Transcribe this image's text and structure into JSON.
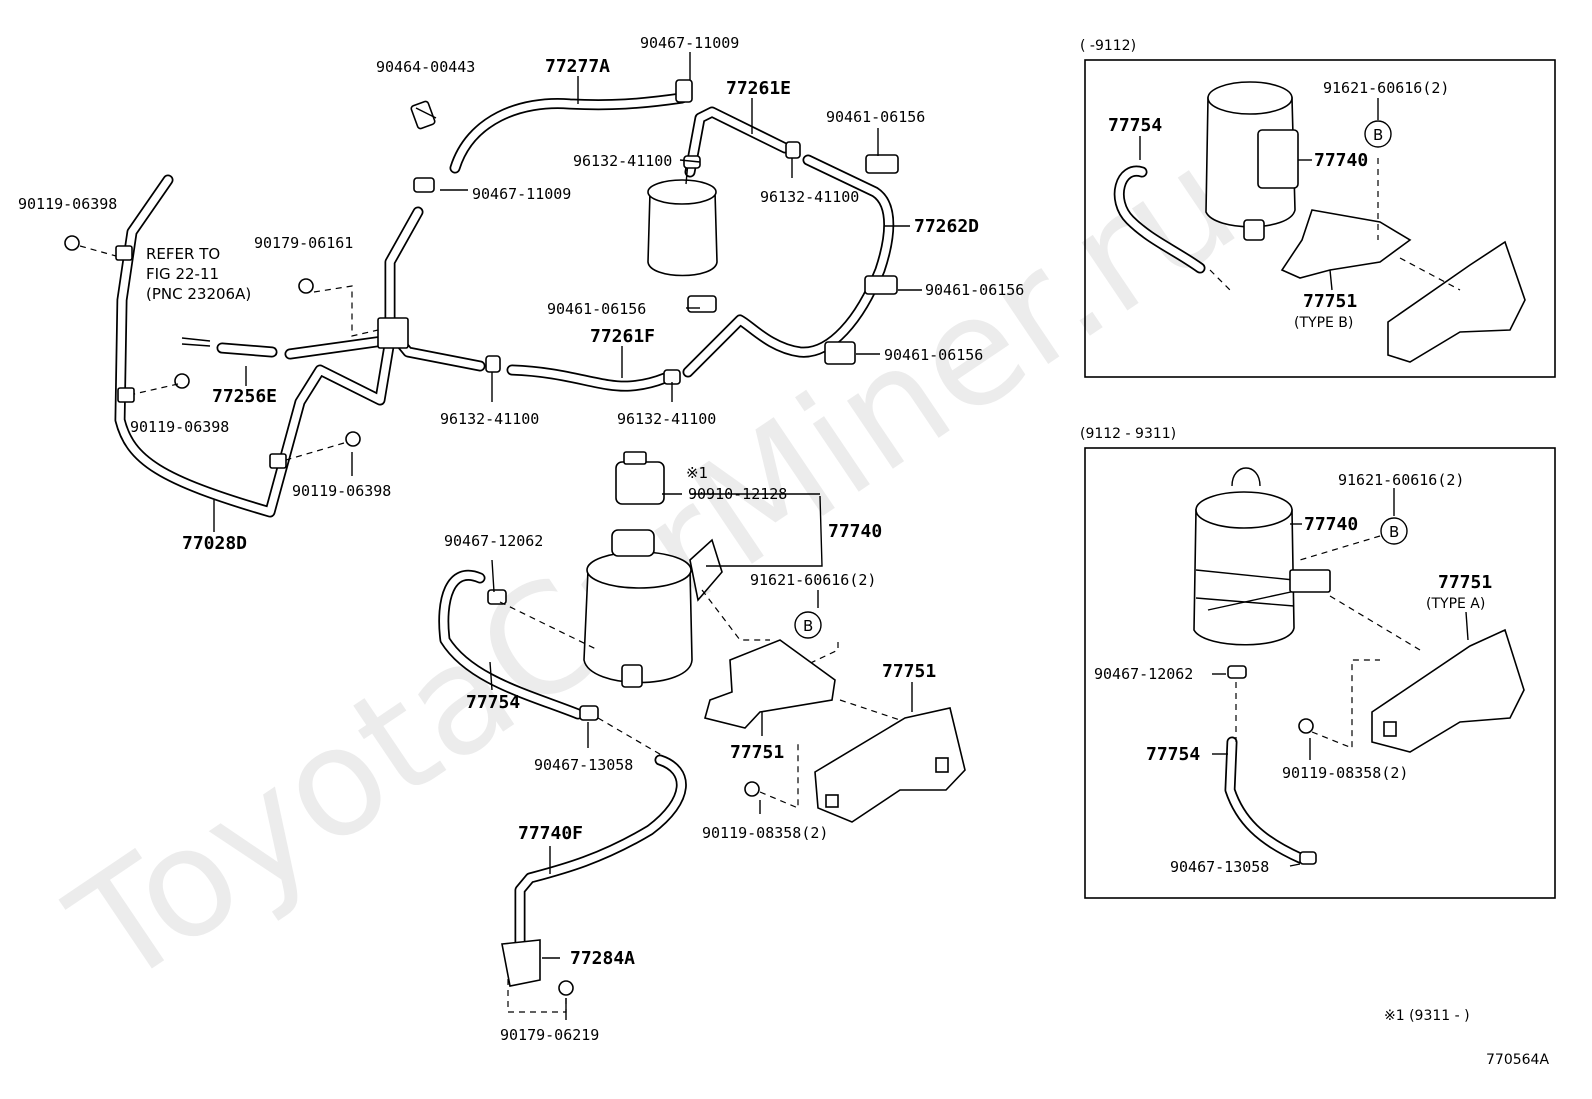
{
  "watermark": "ToyotaCarMiner.ru",
  "diagram_code": "770564A",
  "footnote": "※1 (9311 -      )",
  "refer_note": [
    "REFER TO",
    "FIG 22-11",
    "(PNC 23206A)"
  ],
  "main_labels": {
    "p77277A": "77277A",
    "p90464_00443": "90464-00443",
    "p90467_11009_a": "90467-11009",
    "p77261E": "77261E",
    "p90461_06156_a": "90461-06156",
    "p96132_41100_a": "96132-41100",
    "p90467_11009_b": "90467-11009",
    "p96132_41100_b": "96132-41100",
    "p77262D": "77262D",
    "p90119_06398_a": "90119-06398",
    "p90179_06161": "90179-06161",
    "p90461_06156_b": "90461-06156",
    "p90461_06156_c": "90461-06156",
    "p77261F": "77261F",
    "p90461_06156_d": "90461-06156",
    "p77256E": "77256E",
    "p90119_06398_b": "90119-06398",
    "p96132_41100_c": "96132-41100",
    "p96132_41100_d": "96132-41100",
    "p90119_06398_c": "90119-06398",
    "p77028D": "77028D",
    "note1": "※1",
    "p90910_12128": "90910-12128",
    "p77740": "77740",
    "p90467_12062": "90467-12062",
    "p91621_60616": "91621-60616(2)",
    "circleB": "B",
    "p77751_a": "77751",
    "p77754": "77754",
    "p77751_b": "77751",
    "p90467_13058": "90467-13058",
    "p90119_08358": "90119-08358(2)",
    "p77740F": "77740F",
    "p77284A": "77284A",
    "p90179_06219": "90179-06219"
  },
  "inset_top": {
    "title": "(      -9112)",
    "p91621_60616": "91621-60616(2)",
    "circleB": "B",
    "p77754": "77754",
    "p77740": "77740",
    "p77751": "77751",
    "type": "(TYPE B)"
  },
  "inset_bottom": {
    "title": "(9112 - 9311)",
    "p91621_60616": "91621-60616(2)",
    "p77740": "77740",
    "circleB": "B",
    "p77751": "77751",
    "type": "(TYPE A)",
    "p90467_12062": "90467-12062",
    "p77754": "77754",
    "p90119_08358": "90119-08358(2)",
    "p90467_13058": "90467-13058"
  }
}
